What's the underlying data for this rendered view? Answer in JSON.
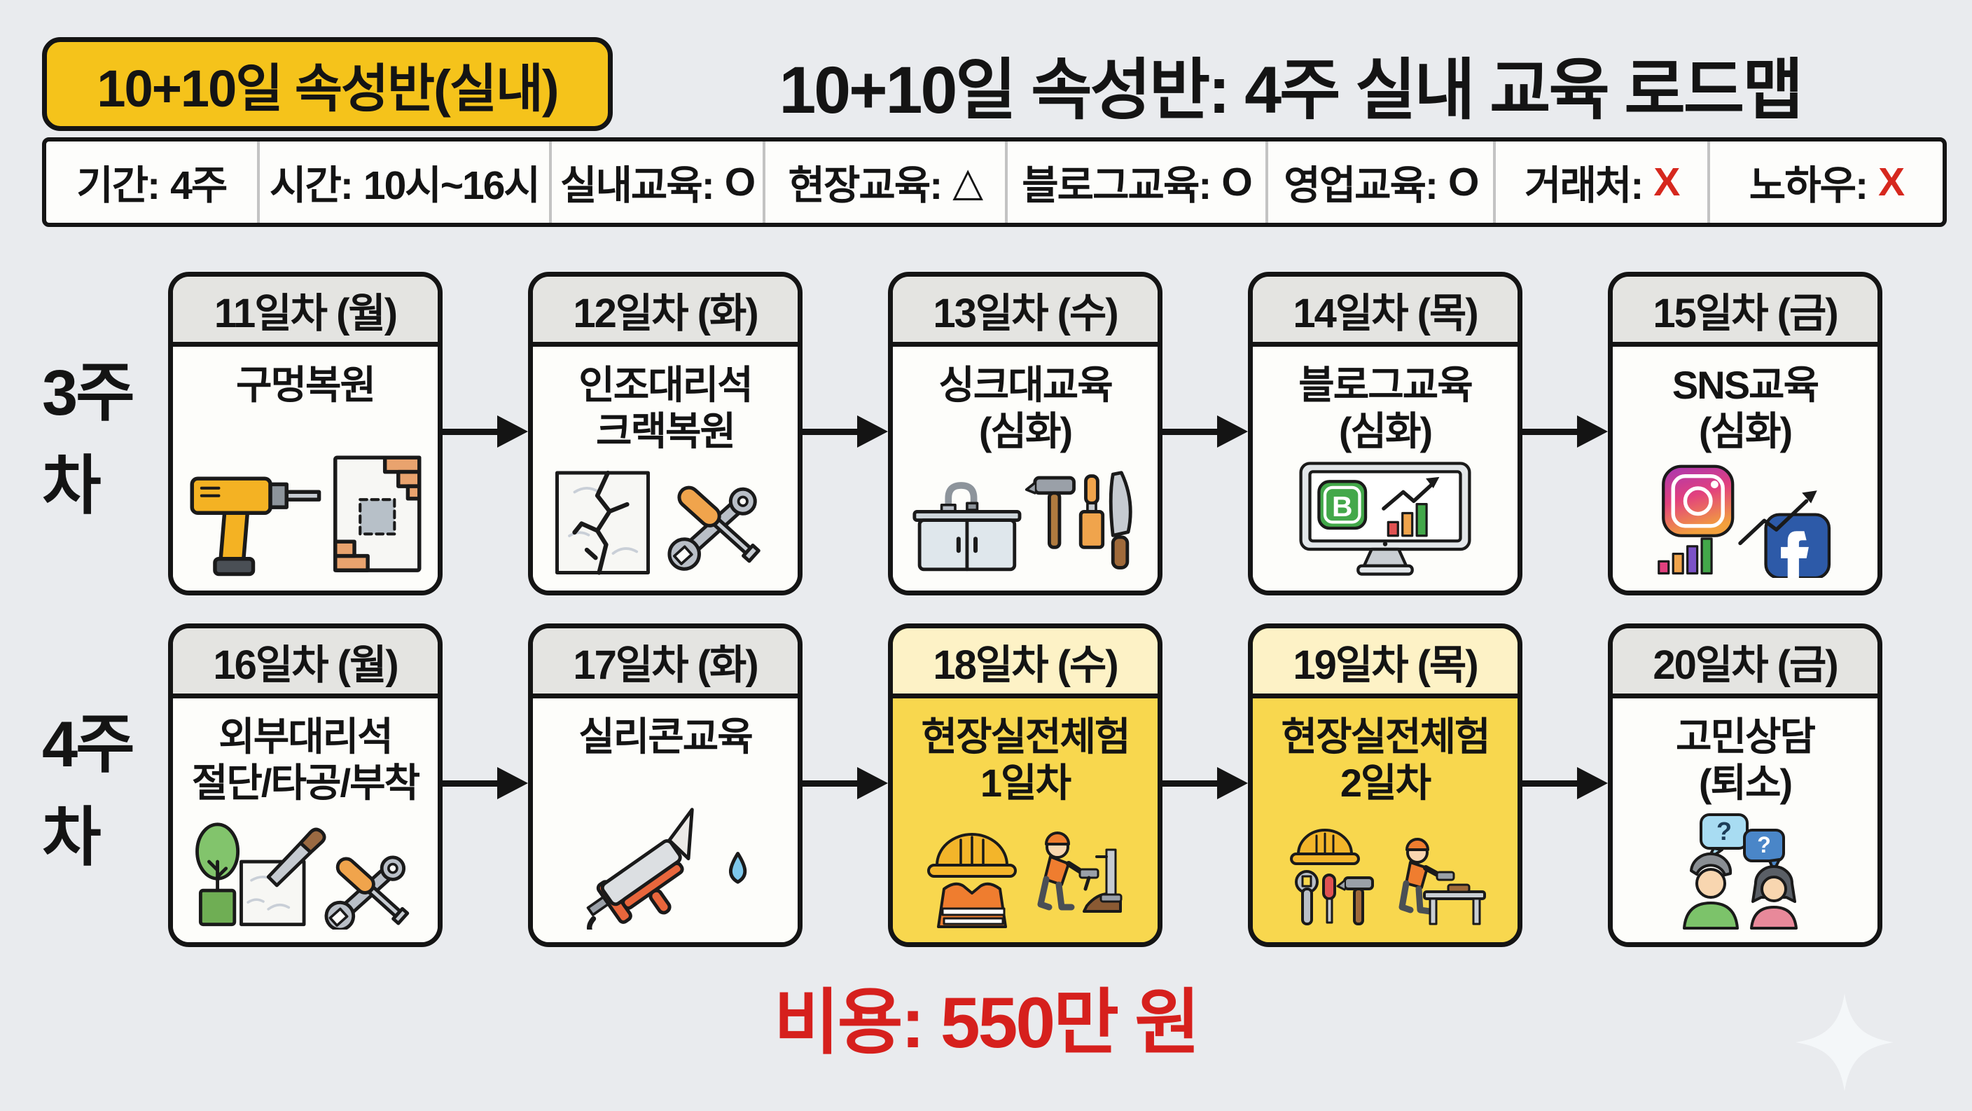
{
  "colors": {
    "bg": "#e9ebee",
    "badge_yellow": "#f5c31b",
    "hl_header": "#fdf2c6",
    "hl_body": "#f8d74e",
    "alert_red": "#d6281e",
    "cost_red": "#d6201d",
    "ink": "#141414"
  },
  "header": {
    "badge": "10+10일 속성반(실내)",
    "title": "10+10일 속성반: 4주 실내 교육 로드맵"
  },
  "info": [
    {
      "label": "기간:",
      "value": "4주"
    },
    {
      "label": "시간:",
      "value": "10시~16시"
    },
    {
      "label": "실내교육:",
      "value": "O"
    },
    {
      "label": "현장교육:",
      "value": "△"
    },
    {
      "label": "블로그교육:",
      "value": "O"
    },
    {
      "label": "영업교육:",
      "value": "O"
    },
    {
      "label": "거래처:",
      "value": "X",
      "alert": true
    },
    {
      "label": "노하우:",
      "value": "X",
      "alert": true
    }
  ],
  "weeks": [
    {
      "label": "3주차",
      "cards": [
        {
          "day": "11일차 (월)",
          "line1": "구멍복원",
          "icon": "drill-and-wall-patch"
        },
        {
          "day": "12일차 (화)",
          "line1": "인조대리석",
          "line2": "크랙복원",
          "icon": "cracked-marble-and-tools"
        },
        {
          "day": "13일차 (수)",
          "line1": "싱크대교육",
          "line2": "(심화)",
          "icon": "sink-and-tools"
        },
        {
          "day": "14일차 (목)",
          "line1": "블로그교육",
          "line2": "(심화)",
          "icon": "blog-monitor-chart"
        },
        {
          "day": "15일차 (금)",
          "line1": "SNS교육",
          "line2": "(심화)",
          "icon": "instagram-facebook-growth"
        }
      ]
    },
    {
      "label": "4주차",
      "cards": [
        {
          "day": "16일차 (월)",
          "line1": "외부대리석",
          "line2": "절단/타공/부착",
          "icon": "tree-marble-and-tools"
        },
        {
          "day": "17일차 (화)",
          "line1": "실리콘교육",
          "icon": "caulk-gun-and-drop"
        },
        {
          "day": "18일차 (수)",
          "line1": "현장실전체험",
          "line2": "1일차",
          "highlight": true,
          "icon": "helmet-vest-worker"
        },
        {
          "day": "19일차 (목)",
          "line1": "현장실전체험",
          "line2": "2일차",
          "highlight": true,
          "icon": "helmet-tools-worker"
        },
        {
          "day": "20일차 (금)",
          "line1": "고민상담",
          "line2": "(퇴소)",
          "icon": "counseling-people"
        }
      ]
    }
  ],
  "footer": {
    "cost": "비용: 550만 원"
  }
}
